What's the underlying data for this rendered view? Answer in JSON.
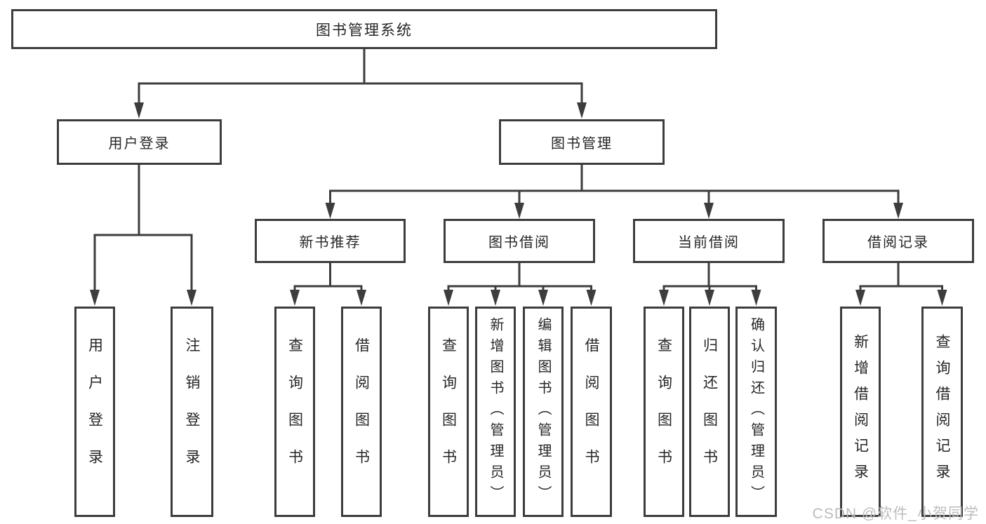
{
  "diagram": {
    "title": "图书管理系统",
    "type": "functional-structure-tree"
  },
  "nodes": {
    "root": {
      "label": "图书管理系统"
    },
    "user_login": {
      "label": "用户登录"
    },
    "book_mgmt": {
      "label": "图书管理"
    },
    "new_book_rec": {
      "label": "新书推荐"
    },
    "book_borrow": {
      "label": "图书借阅"
    },
    "current_borrow": {
      "label": "当前借阅"
    },
    "borrow_record": {
      "label": "借阅记录"
    },
    "leaf_user_login": {
      "label": "用户登录"
    },
    "leaf_logout": {
      "label": "注销登录"
    },
    "leaf_query_book_1": {
      "label": "查询图书"
    },
    "leaf_borrow_book_1": {
      "label": "借阅图书"
    },
    "leaf_query_book_2": {
      "label": "查询图书"
    },
    "leaf_add_book": {
      "label": "新增图书（管理员）"
    },
    "leaf_edit_book": {
      "label": "编辑图书（管理员）"
    },
    "leaf_borrow_book_2": {
      "label": "借阅图书"
    },
    "leaf_query_book_3": {
      "label": "查询图书"
    },
    "leaf_return_book": {
      "label": "归还图书"
    },
    "leaf_confirm_return": {
      "label": "确认归还（管理员）"
    },
    "leaf_add_borrow_record": {
      "label": "新增借阅记录"
    },
    "leaf_query_borrow_record": {
      "label": "查询借阅记录"
    }
  },
  "hierarchy": {
    "label": "图书管理系统",
    "children": [
      {
        "label": "用户登录",
        "children": [
          {
            "label": "用户登录"
          },
          {
            "label": "注销登录"
          }
        ]
      },
      {
        "label": "图书管理",
        "children": [
          {
            "label": "新书推荐",
            "children": [
              {
                "label": "查询图书"
              },
              {
                "label": "借阅图书"
              }
            ]
          },
          {
            "label": "图书借阅",
            "children": [
              {
                "label": "查询图书"
              },
              {
                "label": "新增图书（管理员）"
              },
              {
                "label": "编辑图书（管理员）"
              },
              {
                "label": "借阅图书"
              }
            ]
          },
          {
            "label": "当前借阅",
            "children": [
              {
                "label": "查询图书"
              },
              {
                "label": "归还图书"
              },
              {
                "label": "确认归还（管理员）"
              }
            ]
          },
          {
            "label": "借阅记录",
            "children": [
              {
                "label": "新增借阅记录"
              },
              {
                "label": "查询借阅记录"
              }
            ]
          }
        ]
      }
    ]
  },
  "watermark": {
    "text": "CSDN @软件_小贺同学",
    "color": "#bcbcbc"
  },
  "colors": {
    "line": "#3d3d3d",
    "border": "#3d3d3d",
    "text": "#262626",
    "background": "#ffffff"
  }
}
